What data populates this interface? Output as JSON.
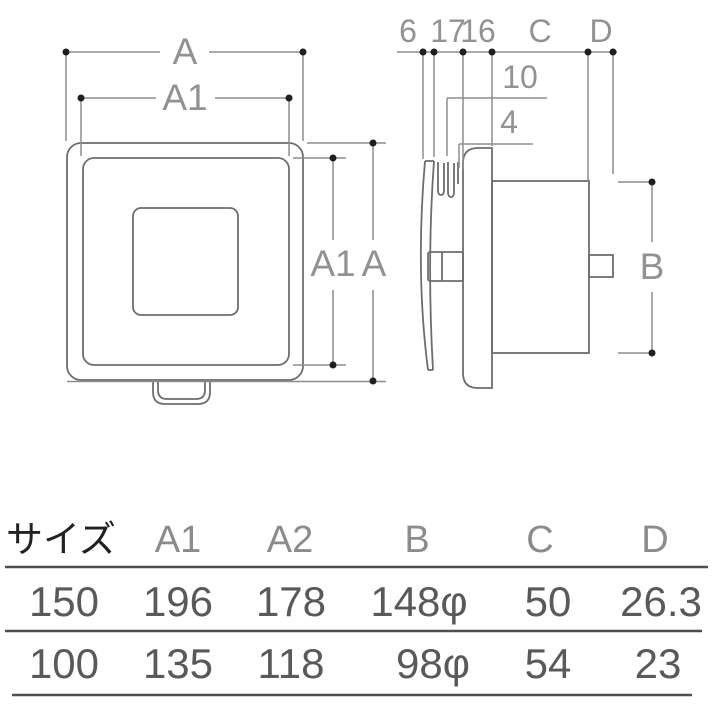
{
  "drawing": {
    "front_view": {
      "dim_a_top": "A",
      "dim_a1_top": "A1",
      "dim_a1_right": "A1",
      "dim_a_right": "A"
    },
    "side_view": {
      "dim_6": "6",
      "dim_17": "17",
      "dim_16": "16",
      "dim_c": "C",
      "dim_d": "D",
      "dim_10": "10",
      "dim_4": "4",
      "dim_b": "B"
    }
  },
  "table": {
    "headers": [
      "サイズ",
      "A1",
      "A2",
      "B",
      "C",
      "D"
    ],
    "rows": [
      [
        "150",
        "196",
        "178",
        "148φ",
        "50",
        "26.3"
      ],
      [
        "100",
        "135",
        "118",
        "98φ",
        "54",
        "23"
      ]
    ]
  },
  "colors": {
    "outline": "#6b6d6f",
    "dimension_line": "#8b8d8f",
    "dimension_label": "#909294",
    "dot": "#1f1f1f",
    "table_rule": "#4c4e50",
    "table_value": "#58595b",
    "table_header": "#8a8c8e",
    "table_size_header": "#212121",
    "background": "#ffffff"
  }
}
